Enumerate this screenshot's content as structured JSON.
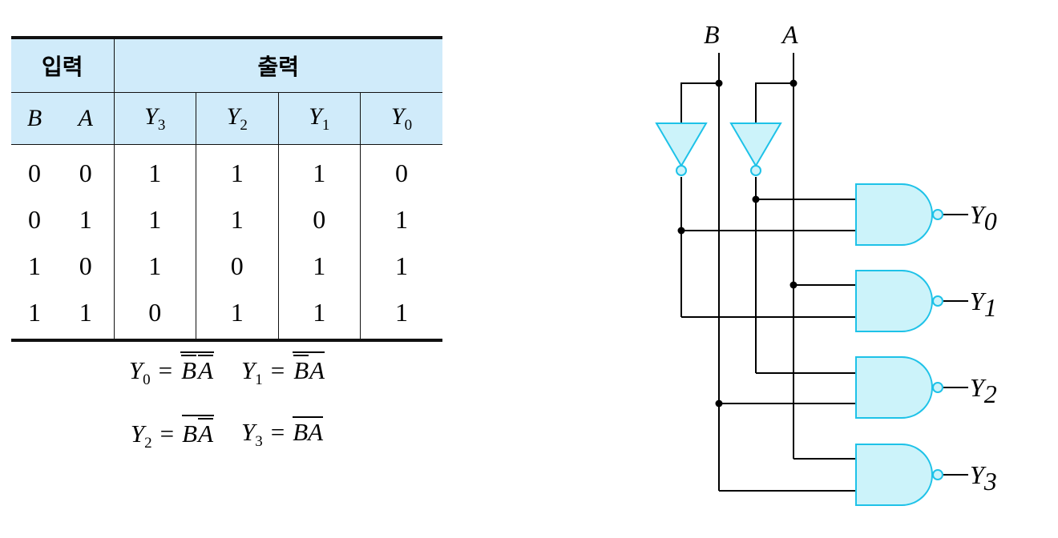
{
  "truth_table": {
    "group_headers": {
      "inputs": "입력",
      "outputs": "출력"
    },
    "columns": [
      {
        "var": "B",
        "sub": ""
      },
      {
        "var": "A",
        "sub": ""
      },
      {
        "var": "Y",
        "sub": "3"
      },
      {
        "var": "Y",
        "sub": "2"
      },
      {
        "var": "Y",
        "sub": "1"
      },
      {
        "var": "Y",
        "sub": "0"
      }
    ],
    "rows": [
      [
        "0",
        "0",
        "1",
        "1",
        "1",
        "0"
      ],
      [
        "0",
        "1",
        "1",
        "1",
        "0",
        "1"
      ],
      [
        "1",
        "0",
        "1",
        "0",
        "1",
        "1"
      ],
      [
        "1",
        "1",
        "0",
        "1",
        "1",
        "1"
      ]
    ]
  },
  "equations": {
    "y0": {
      "lhs": "Y",
      "sub": "0",
      "op": "=",
      "rhs": "BA"
    },
    "y1": {
      "lhs": "Y",
      "sub": "1",
      "op": "=",
      "rhs": "BA"
    },
    "y2": {
      "lhs": "Y",
      "sub": "2",
      "op": "=",
      "rhs": "BA"
    },
    "y3": {
      "lhs": "Y",
      "sub": "3",
      "op": "=",
      "rhs": "BA"
    }
  },
  "circuit": {
    "inputs": [
      "B",
      "A"
    ],
    "outputs": [
      {
        "var": "Y",
        "sub": "0"
      },
      {
        "var": "Y",
        "sub": "1"
      },
      {
        "var": "Y",
        "sub": "2"
      },
      {
        "var": "Y",
        "sub": "3"
      }
    ],
    "colors": {
      "gate_fill": "#ccf3fa",
      "gate_stroke": "#1ec2e8",
      "wire": "#000000"
    }
  }
}
